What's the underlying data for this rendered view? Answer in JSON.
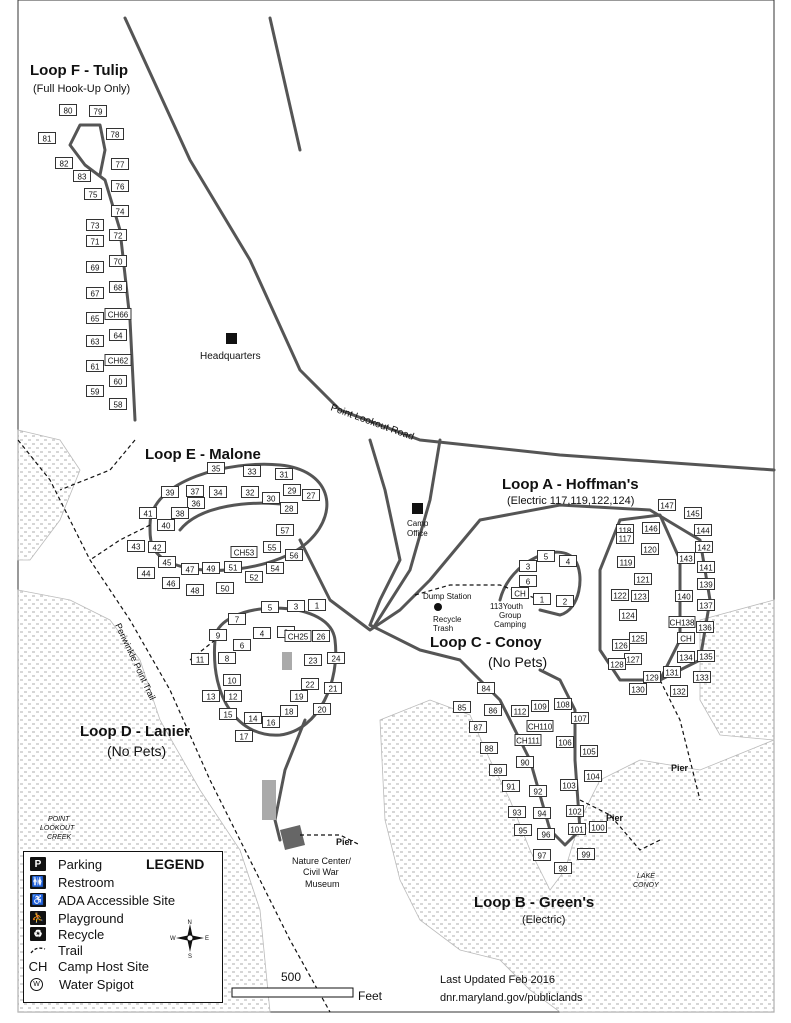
{
  "loops": {
    "f": {
      "title": "Loop F - Tulip",
      "subtitle": "(Full Hook-Up Only)"
    },
    "e": {
      "title": "Loop E - Malone"
    },
    "a": {
      "title": "Loop A - Hoffman's",
      "subtitle": "(Electric 117,119,122,124)"
    },
    "c": {
      "title": "Loop C - Conoy",
      "subtitle": "(No Pets)"
    },
    "d": {
      "title": "Loop D - Lanier",
      "subtitle": "(No Pets)"
    },
    "b": {
      "title": "Loop B - Green's",
      "subtitle": "(Electric)"
    }
  },
  "features": {
    "headquarters": "Headquarters",
    "road": "Point Lookout Road",
    "trail": "Periwinkle Point Trail",
    "camp_office_1": "Camp",
    "camp_office_2": "Office",
    "dump_station": "Dump Station",
    "recycle_1": "Recycle",
    "recycle_2": "Trash",
    "youth_1": "113Youth",
    "youth_2": "Group",
    "youth_3": "Camping",
    "pier": "Pier",
    "nature_1": "Nature Center/",
    "nature_2": "Civil War",
    "nature_3": "Museum",
    "creek_1": "POINT",
    "creek_2": "LOOKOUT",
    "creek_3": "CREEK",
    "lake_1": "LAKE",
    "lake_2": "CONOY",
    "ch": "CH"
  },
  "legend": {
    "title": "LEGEND",
    "items": [
      {
        "label": "Parking",
        "icon": "P"
      },
      {
        "label": "Restroom",
        "icon": "🚻"
      },
      {
        "label": "ADA Accessible Site",
        "icon": "♿"
      },
      {
        "label": "Playground",
        "icon": "⛹"
      },
      {
        "label": "Recycle",
        "icon": "♻"
      },
      {
        "label": "Trail",
        "icon": "trail"
      },
      {
        "label": "Camp Host Site",
        "icon": "CH"
      },
      {
        "label": "Water Spigot",
        "icon": "W"
      }
    ],
    "compass": {
      "n": "N",
      "s": "S",
      "e": "E",
      "w": "W"
    }
  },
  "scale": {
    "value": "500",
    "unit": "Feet"
  },
  "footer": {
    "updated": "Last Updated Feb 2016",
    "url": "dnr.maryland.gov/publiclands"
  },
  "sites": {
    "f": [
      "80",
      "79",
      "78",
      "81",
      "82",
      "83",
      "77",
      "76",
      "75",
      "74",
      "73",
      "72",
      "71",
      "70",
      "69",
      "68",
      "67",
      "CH66",
      "65",
      "64",
      "63",
      "CH62",
      "61",
      "60",
      "59",
      "58"
    ],
    "e": [
      "35",
      "33",
      "31",
      "29",
      "37",
      "39",
      "36",
      "34",
      "32",
      "30",
      "28",
      "27",
      "38",
      "41",
      "40",
      "43",
      "42",
      "44",
      "45",
      "46",
      "47",
      "48",
      "49",
      "50",
      "51",
      "52",
      "CH53",
      "54",
      "55",
      "56",
      "57"
    ],
    "d": [
      "5",
      "3",
      "1",
      "7",
      "4",
      "2",
      "9",
      "6",
      "CH25",
      "26",
      "8",
      "11",
      "23",
      "24",
      "10",
      "22",
      "21",
      "13",
      "12",
      "19",
      "20",
      "15",
      "14",
      "16",
      "17",
      "18"
    ],
    "c": [
      "5",
      "4",
      "3",
      "6",
      "CH",
      "1",
      "2"
    ],
    "a": [
      "147",
      "145",
      "118",
      "146",
      "144",
      "117",
      "142",
      "120",
      "143",
      "141",
      "119",
      "121",
      "140",
      "139",
      "122",
      "137",
      "123",
      "124",
      "CH138",
      "136",
      "125",
      "CH",
      "126",
      "134",
      "135",
      "127",
      "129",
      "131",
      "133",
      "128",
      "130",
      "132"
    ],
    "b": [
      "84",
      "85",
      "86",
      "112",
      "109",
      "108",
      "87",
      "CH111",
      "CH110",
      "107",
      "88",
      "106",
      "105",
      "89",
      "90",
      "91",
      "92",
      "104",
      "103",
      "93",
      "102",
      "94",
      "95",
      "96",
      "101",
      "100",
      "97",
      "99",
      "98"
    ]
  }
}
